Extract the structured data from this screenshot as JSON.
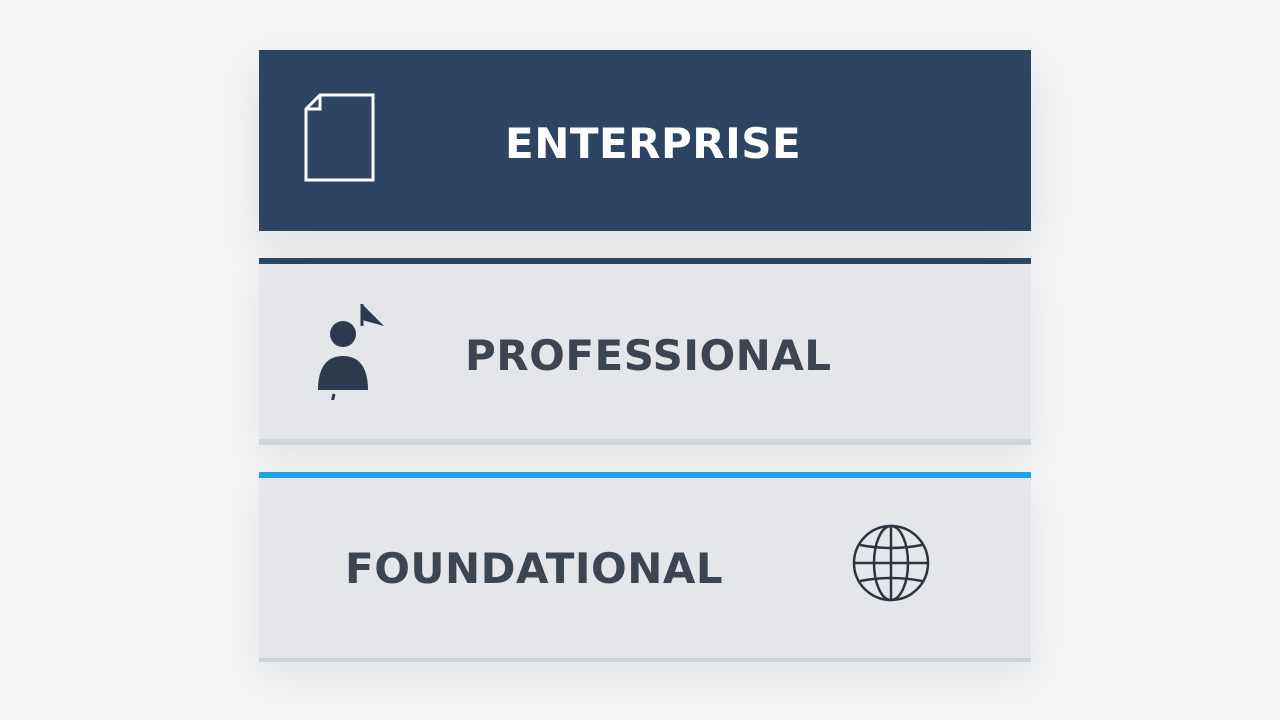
{
  "tiers": [
    {
      "label": "ENTERPRISE",
      "icon": "document-icon",
      "background": "#2d4463",
      "text_color": "#ffffff"
    },
    {
      "label": "PROFESSIONAL",
      "icon": "person-flag-icon",
      "background": "#e4e6e9",
      "accent": "#2d4463",
      "text_color": "#3d4550"
    },
    {
      "label": "FOUNDATIONAL",
      "icon": "globe-icon",
      "background": "#e4e6e9",
      "accent": "#1ea1e6",
      "text_color": "#3d4550"
    }
  ],
  "colors": {
    "page_background": "#f3f4f5",
    "navy": "#2d4463",
    "light_blue": "#1ea1e6",
    "panel_gray": "#e4e6e9"
  }
}
